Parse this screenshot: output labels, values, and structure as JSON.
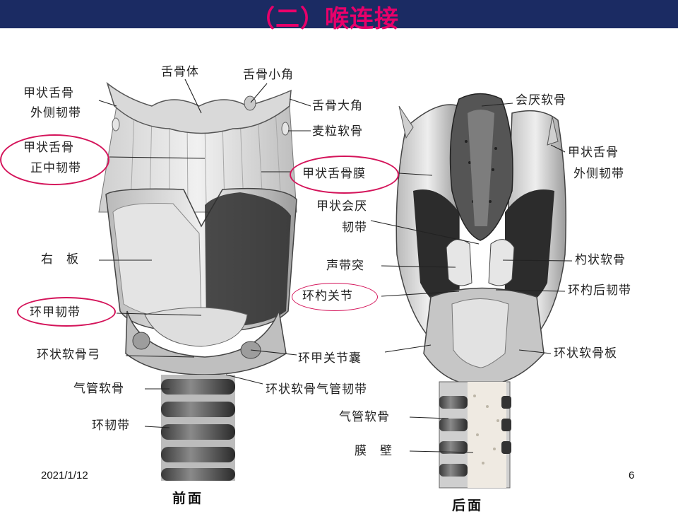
{
  "slide": {
    "title": "（二）喉连接",
    "date": "2021/1/12",
    "page_number": "6"
  },
  "colors": {
    "header_bar": "#1b2b63",
    "title": "#e8006a",
    "highlight_ring": "#d4145a"
  },
  "anterior_view": {
    "caption": "前面",
    "labels": {
      "hyoid_body": "舌骨体",
      "lesser_horn": "舌骨小角",
      "lateral_thyrohyoid_lig_1": "甲状舌骨",
      "lateral_thyrohyoid_lig_2": "外侧韧带",
      "median_thyrohyoid_lig_1": "甲状舌骨",
      "median_thyrohyoid_lig_2": "正中韧带",
      "greater_horn": "舌骨大角",
      "triticeal_cartilage": "麦粒软骨",
      "thyrohyoid_membrane": "甲状舌骨膜",
      "right_lamina": "右　板",
      "cricothyroid_lig": "环甲韧带",
      "cricoid_arch": "环状软骨弓",
      "cricothyroid_capsule": "环甲关节囊",
      "tracheal_cartilage": "气管软骨",
      "cricotracheal_lig": "环状软骨气管韧带",
      "annular_lig": "环韧带"
    }
  },
  "posterior_view": {
    "caption": "后面",
    "labels": {
      "epiglottic_cartilage": "会厌软骨",
      "lateral_thyrohyoid_lig_1": "甲状舌骨",
      "lateral_thyrohyoid_lig_2": "外侧韧带",
      "thyroepiglottic_lig_1": "甲状会厌",
      "thyroepiglottic_lig_2": "韧带",
      "vocal_process": "声带突",
      "arytenoid_cartilage": "杓状软骨",
      "cricoarytenoid_joint": "环杓关节",
      "posterior_cricoarytenoid_lig": "环杓后韧带",
      "cricoid_lamina": "环状软骨板",
      "tracheal_cartilage": "气管软骨",
      "membranous_wall": "膜　壁"
    }
  }
}
